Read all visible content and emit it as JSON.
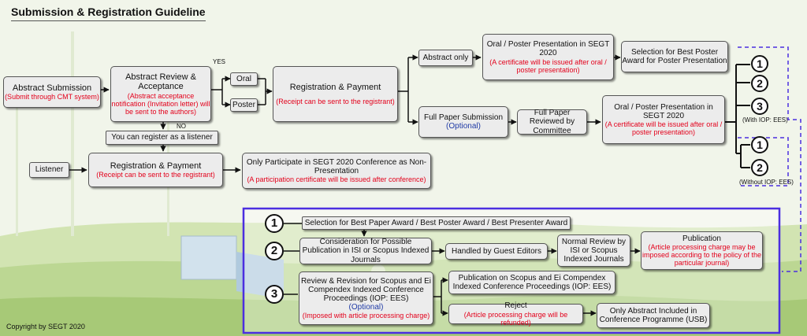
{
  "title": "Submission & Registration Guideline",
  "copyright": "Copyright by SEGT 2020",
  "yes_label": "YES",
  "no_label": "NO",
  "abstract_submission": {
    "title": "Abstract Submission",
    "note": "(Submit through CMT system)"
  },
  "abstract_review": {
    "title": "Abstract Review & Acceptance",
    "note": "(Abstract acceptance notification (Invitation letter) will be sent to the authors)"
  },
  "oral": "Oral",
  "poster": "Poster",
  "registration_main": {
    "title": "Registration & Payment",
    "note": "(Receipt can be sent to the registrant)"
  },
  "abstract_only": "Abstract only",
  "oral_poster_top": {
    "title": "Oral / Poster Presentation in SEGT 2020",
    "note": "(A certificate will be issued after oral / poster presentation)"
  },
  "best_poster": "Selection for Best Poster Award for Poster Presentation",
  "full_paper": {
    "title": "Full Paper Submission",
    "optional": "(Optional)"
  },
  "full_paper_reviewed": "Full Paper Reviewed by Committee",
  "oral_poster_bottom": {
    "title": "Oral / Poster Presentation in SEGT 2020",
    "note": "(A certificate will be issued after oral / poster presentation)"
  },
  "listener_register": "You can register as a listener",
  "listener": "Listener",
  "registration_listener": {
    "title": "Registration & Payment",
    "note": "(Receipt can be sent to the registrant)"
  },
  "only_participate": {
    "title": "Only Participate in SEGT 2020 Conference as Non-Presentation",
    "note": "(A participation certificate will be issued after conference)"
  },
  "with_iop": "(With IOP: EES)",
  "without_iop": "(Without IOP: EES)",
  "num1": "1",
  "num2": "2",
  "num3": "3",
  "legend": {
    "award": "Selection for Best Paper Award / Best Poster Award / Best Presenter Award",
    "consideration": "Consideration for Possible Publication in ISI or Scopus Indexed Journals",
    "guest_editors": "Handled by Guest Editors",
    "normal_review": "Normal Review by ISI or Scopus Indexed Journals",
    "publication": {
      "title": "Publication",
      "note": "(Article processing charge may be imposed according to the policy of the particular journal)"
    },
    "review_revision": {
      "title": "Review & Revision for Scopus and Ei Compendex Indexed Conference Proceedings (IOP: EES)",
      "optional": "(Optional)",
      "note": "(Imposed with article processing charge)"
    },
    "publication_scopus": "Publication on Scopus and Ei Compendex Indexed Conference Proceedings (IOP: EES)",
    "reject": {
      "title": "Reject",
      "note": "(Article processing charge will be refunded)"
    },
    "only_abstract": "Only Abstract Included in Conference Programme (USB)"
  },
  "colors": {
    "accent_red": "#e3001b",
    "optional_blue": "#1f3aa6",
    "frame_purple": "#4b2ee0",
    "background_green": "#b7d48a"
  }
}
